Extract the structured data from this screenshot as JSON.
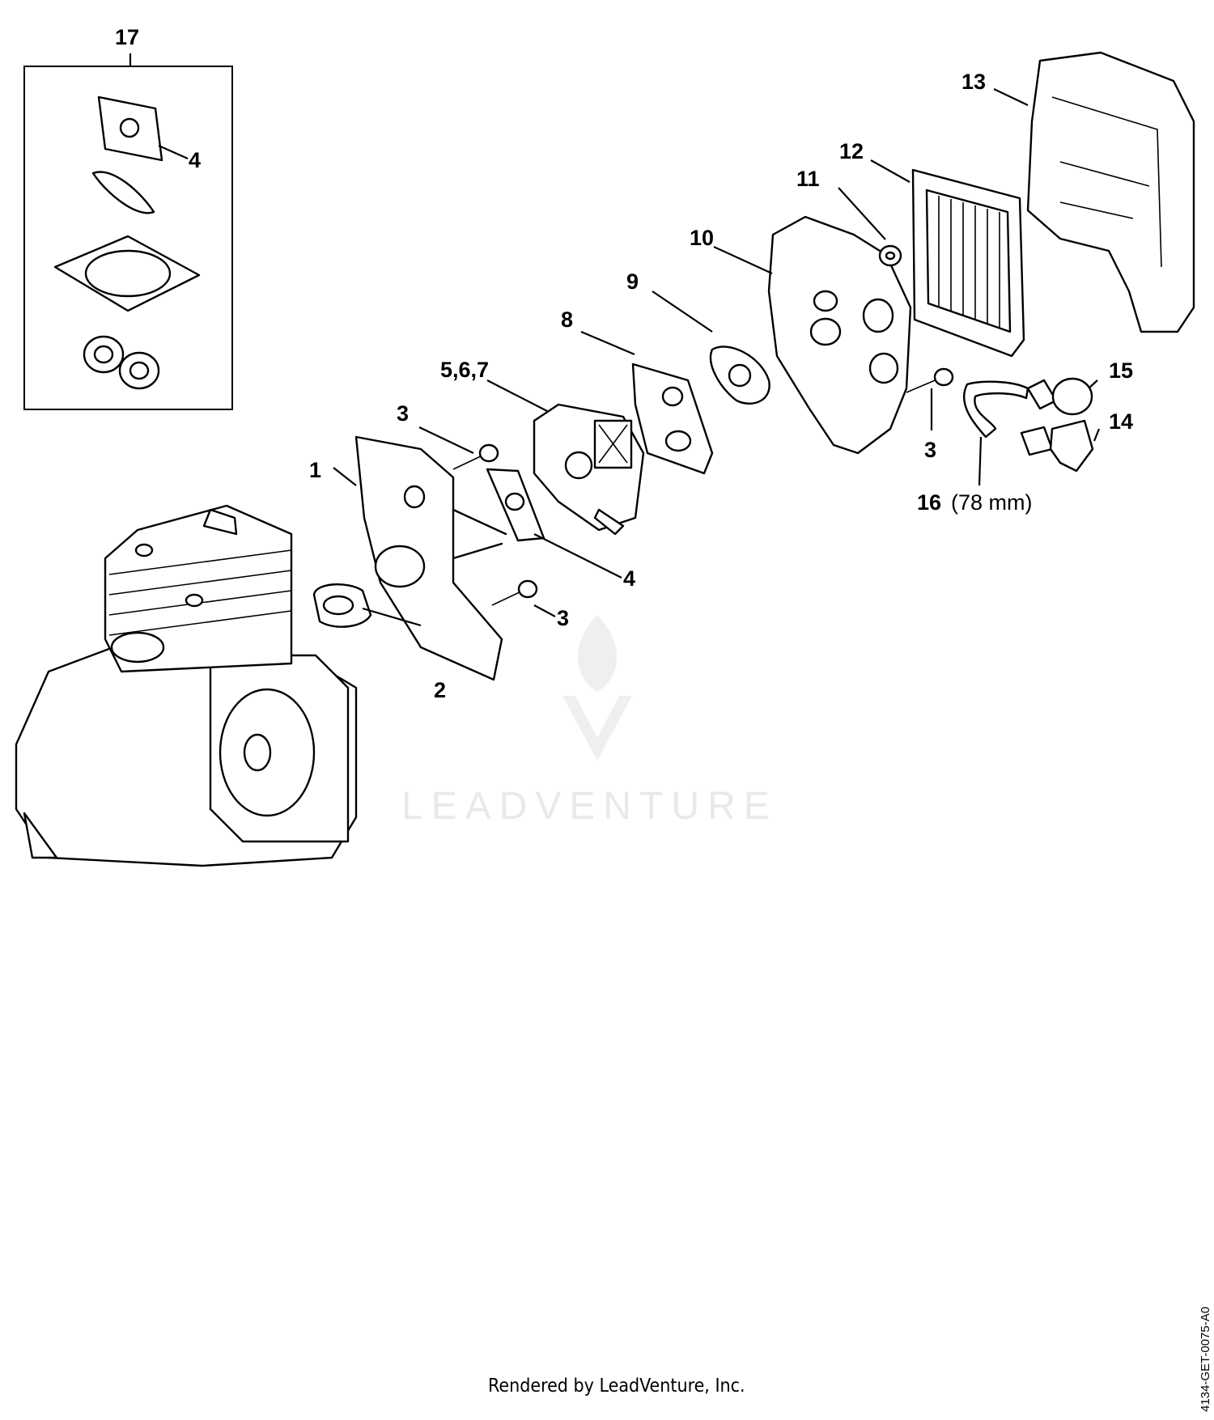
{
  "labels": {
    "l1": "1",
    "l2": "2",
    "l3a": "3",
    "l3b": "3",
    "l3c": "3",
    "l4a": "4",
    "l4b": "4",
    "l567": "5,6,7",
    "l8": "8",
    "l9": "9",
    "l10": "10",
    "l11": "11",
    "l12": "12",
    "l13": "13",
    "l14": "14",
    "l15": "15",
    "l16": "16",
    "l16_note": "(78 mm)",
    "l17": "17"
  },
  "watermark": "LEADVENTURE",
  "footer": "Rendered by LeadVenture, Inc.",
  "drawing_code": "4134-GET-0075-A0"
}
